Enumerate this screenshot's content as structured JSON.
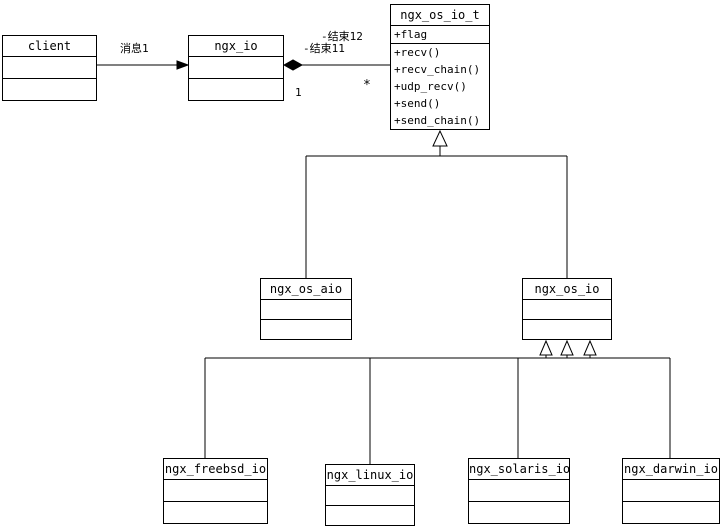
{
  "diagram": {
    "classes": {
      "client": {
        "name": "client"
      },
      "ngx_io": {
        "name": "ngx_io"
      },
      "ngx_os_io_t": {
        "name": "ngx_os_io_t",
        "attributes": [
          "+flag"
        ],
        "methods": [
          "+recv()",
          "+recv_chain()",
          "+udp_recv()",
          "+send()",
          "+send_chain()"
        ]
      },
      "ngx_os_aio": {
        "name": "ngx_os_aio"
      },
      "ngx_os_io": {
        "name": "ngx_os_io"
      },
      "ngx_freebsd_io": {
        "name": "ngx_freebsd_io"
      },
      "ngx_linux_io": {
        "name": "ngx_linux_io"
      },
      "ngx_solaris_io": {
        "name": "ngx_solaris_io"
      },
      "ngx_darwin_io": {
        "name": "ngx_darwin_io"
      }
    },
    "labels": {
      "association_message": "消息1",
      "end_12": "-结束12",
      "end_11": "-结束11",
      "multiplicity_one": "1",
      "multiplicity_many": "*"
    },
    "colors": {
      "line": "#000000",
      "background": "#ffffff"
    }
  }
}
